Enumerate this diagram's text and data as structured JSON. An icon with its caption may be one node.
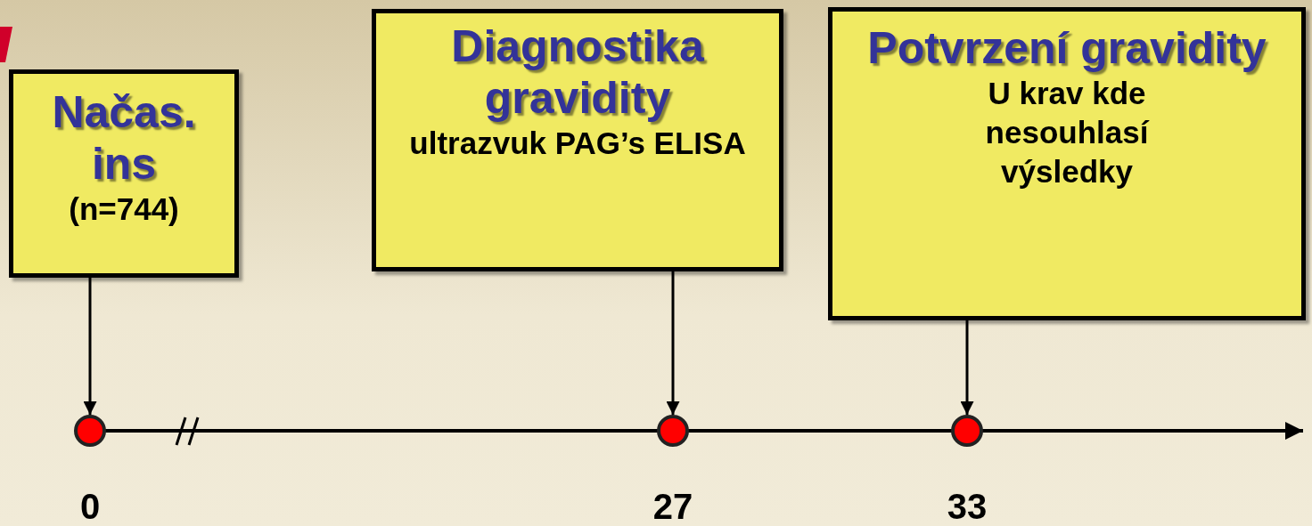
{
  "diagram": {
    "nodes": [
      {
        "text": [
          "Načas. ins",
          "(n=744)"
        ]
      },
      {
        "text": [
          "Diagnostika gravidity",
          "ultrazvuk PAG’s ELISA"
        ]
      },
      {
        "text": [
          "Potvrzení gravidity",
          "U krav kde nesouhlasí výsledky"
        ]
      },
      {
        "text": [],
        "shape": "circle",
        "beside": [
          "0"
        ]
      },
      {
        "text": [],
        "shape": "circle",
        "beside": [
          "27"
        ]
      },
      {
        "text": [],
        "shape": "circle",
        "beside": [
          "33"
        ]
      }
    ],
    "edges": [
      {
        "from": 0,
        "to": 3,
        "arrow": "to"
      },
      {
        "from": 1,
        "to": 4,
        "arrow": "to"
      },
      {
        "from": 2,
        "to": 5,
        "arrow": "to"
      }
    ]
  }
}
